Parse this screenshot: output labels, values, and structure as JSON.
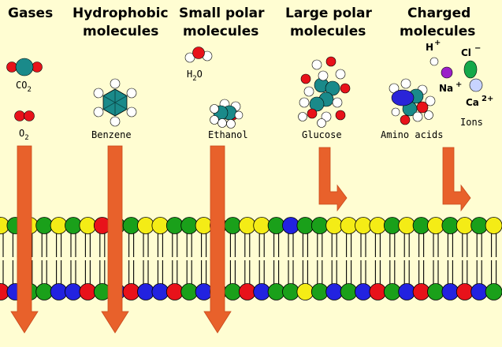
{
  "titles": {
    "gases": "Gases",
    "hydrophobic_1": "Hydrophobic",
    "hydrophobic_2": "molecules",
    "small_polar_1": "Small polar",
    "small_polar_2": "molecules",
    "large_polar_1": "Large polar",
    "large_polar_2": "molecules",
    "charged_1": "Charged",
    "charged_2": "molecules"
  },
  "molecules": {
    "co2": "CO",
    "co2_sub": "2",
    "o2": "O",
    "o2_sub": "2",
    "h2o_h": "H",
    "h2o_sub": "2",
    "h2o_o": "O",
    "benzene": "Benzene",
    "ethanol": "Ethanol",
    "glucose": "Glucose",
    "amino_acids": "Amino acids"
  },
  "ions": {
    "h": "H",
    "h_charge": "+",
    "cl": "Cl",
    "cl_charge": "−",
    "na": "Na",
    "na_charge": "+",
    "ca": "Ca",
    "ca_charge": "2+",
    "ions_label": "Ions"
  },
  "colors": {
    "background": "#fffdd2",
    "arrow": "#e8612b",
    "oxygen": "#e8121a",
    "carbon": "#1a8a8a",
    "hydrogen": "#ffffff",
    "na_ion": "#9b1fc9",
    "cl_ion": "#14a84a",
    "ca_ion": "#c8d4ff",
    "amino_blob": "#2a24d8",
    "lipid_yellow": "#f4ec16",
    "lipid_green": "#1aa01a",
    "lipid_red": "#e8121a",
    "lipid_blue": "#2222e0"
  },
  "membrane": {
    "top_layer": [
      "y",
      "g",
      "y",
      "g",
      "y",
      "g",
      "y",
      "r",
      "g",
      "g",
      "y",
      "y",
      "g",
      "g",
      "y",
      "g",
      "g",
      "y",
      "y",
      "g",
      "b",
      "g",
      "g",
      "y",
      "y",
      "y",
      "y",
      "g",
      "y",
      "g",
      "y",
      "g",
      "y",
      "g",
      "y"
    ],
    "bottom_layer": [
      "r",
      "b",
      "g",
      "g",
      "b",
      "b",
      "r",
      "g",
      "b",
      "r",
      "b",
      "b",
      "r",
      "g",
      "b",
      "g",
      "g",
      "r",
      "b",
      "g",
      "g",
      "y",
      "g",
      "b",
      "g",
      "b",
      "r",
      "g",
      "b",
      "r",
      "g",
      "b",
      "r",
      "b",
      "g"
    ]
  }
}
